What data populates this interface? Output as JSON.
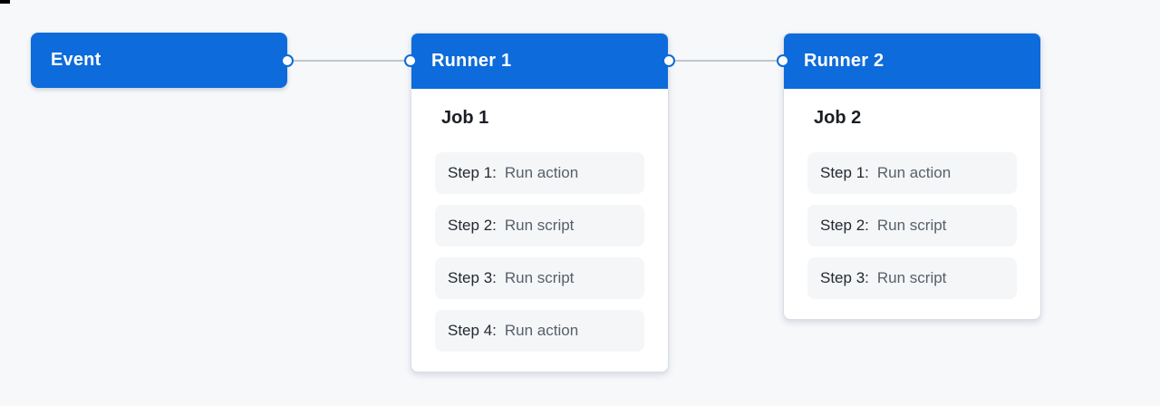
{
  "page": {
    "background": "#f6f8fa"
  },
  "colors": {
    "page_bg": "#f6f8fa",
    "node_header": "#0d6bdb",
    "header_text": "#ffffff",
    "connector_line": "#c0c6cd",
    "card_bg": "#ffffff",
    "card_border": "#d8dee6",
    "step_bg": "#f4f6f8",
    "step_label_text": "#24292f",
    "step_desc_text": "#57606a",
    "job_title_text": "#1b1f24",
    "artifact": "#000000"
  },
  "diagram": {
    "event": {
      "title": "Event"
    },
    "runners": [
      {
        "title": "Runner 1",
        "job": {
          "title": "Job 1",
          "steps": [
            {
              "label": "Step 1:",
              "description": "Run action"
            },
            {
              "label": "Step 2:",
              "description": "Run script"
            },
            {
              "label": "Step 3:",
              "description": "Run script"
            },
            {
              "label": "Step 4:",
              "description": "Run action"
            }
          ]
        }
      },
      {
        "title": "Runner 2",
        "job": {
          "title": "Job 2",
          "steps": [
            {
              "label": "Step 1:",
              "description": "Run action"
            },
            {
              "label": "Step 2:",
              "description": "Run script"
            },
            {
              "label": "Step 3:",
              "description": "Run script"
            }
          ]
        }
      }
    ]
  }
}
